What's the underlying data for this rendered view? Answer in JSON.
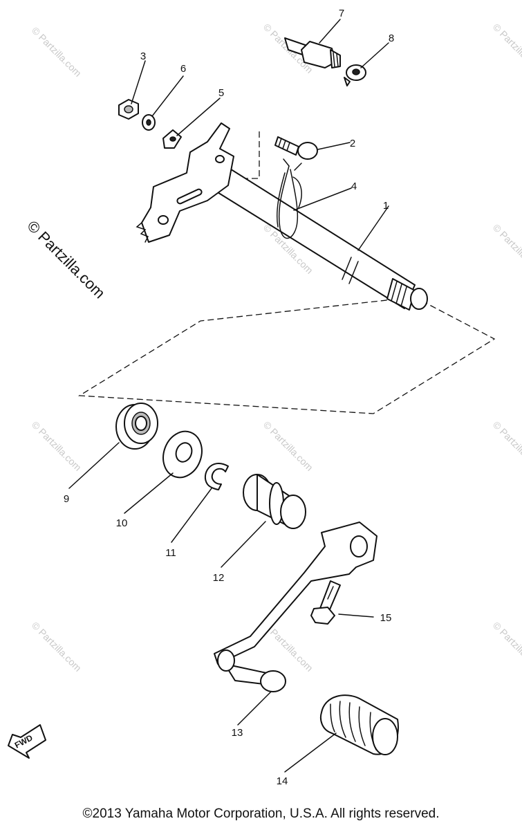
{
  "callouts": [
    {
      "id": "1",
      "label": "1"
    },
    {
      "id": "2",
      "label": "2"
    },
    {
      "id": "3",
      "label": "3"
    },
    {
      "id": "4",
      "label": "4"
    },
    {
      "id": "5",
      "label": "5"
    },
    {
      "id": "6",
      "label": "6"
    },
    {
      "id": "7",
      "label": "7"
    },
    {
      "id": "8",
      "label": "8"
    },
    {
      "id": "9",
      "label": "9"
    },
    {
      "id": "10",
      "label": "10"
    },
    {
      "id": "11",
      "label": "11"
    },
    {
      "id": "12",
      "label": "12"
    },
    {
      "id": "13",
      "label": "13"
    },
    {
      "id": "14",
      "label": "14"
    },
    {
      "id": "15",
      "label": "15"
    }
  ],
  "watermark": {
    "main": "© Partzilla.com",
    "tile": "© Partzilla.com"
  },
  "fwd_label": "FWD",
  "copyright": "©2013 Yamaha Motor Corporation, U.S.A. All rights reserved."
}
